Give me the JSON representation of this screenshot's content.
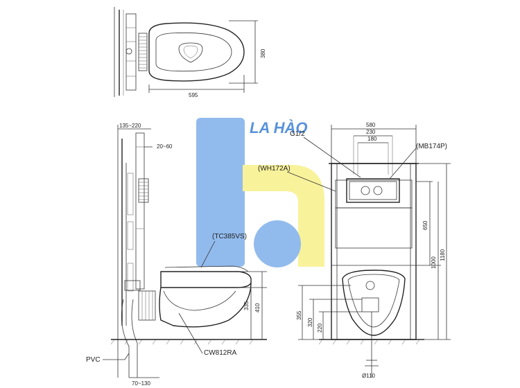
{
  "watermark": {
    "text": "LA HÀO",
    "blue": "#7fb0ea",
    "yellow": "#f7f08a",
    "text_color": "#3b7fd6"
  },
  "top_view": {
    "dim_width": "595",
    "dim_depth": "380"
  },
  "side_view": {
    "dim_top": "135~220",
    "dim_offset": "20~60",
    "dim_335": "335",
    "dim_410": "410",
    "dim_bottom": "70~130",
    "label_seat": "(TC385VS)",
    "label_bowl": "CW812RA",
    "label_pipe": "PVC"
  },
  "front_view": {
    "dim_580": "580",
    "dim_230": "230",
    "dim_180": "180",
    "dim_650": "650",
    "dim_1000": "1000",
    "dim_1180": "1180",
    "dim_355": "355",
    "dim_320": "320",
    "dim_220": "220",
    "dim_110": "Ø110",
    "label_g12": "G1/2",
    "label_mb": "(MB174P)",
    "label_wh": "(WH172A)"
  }
}
